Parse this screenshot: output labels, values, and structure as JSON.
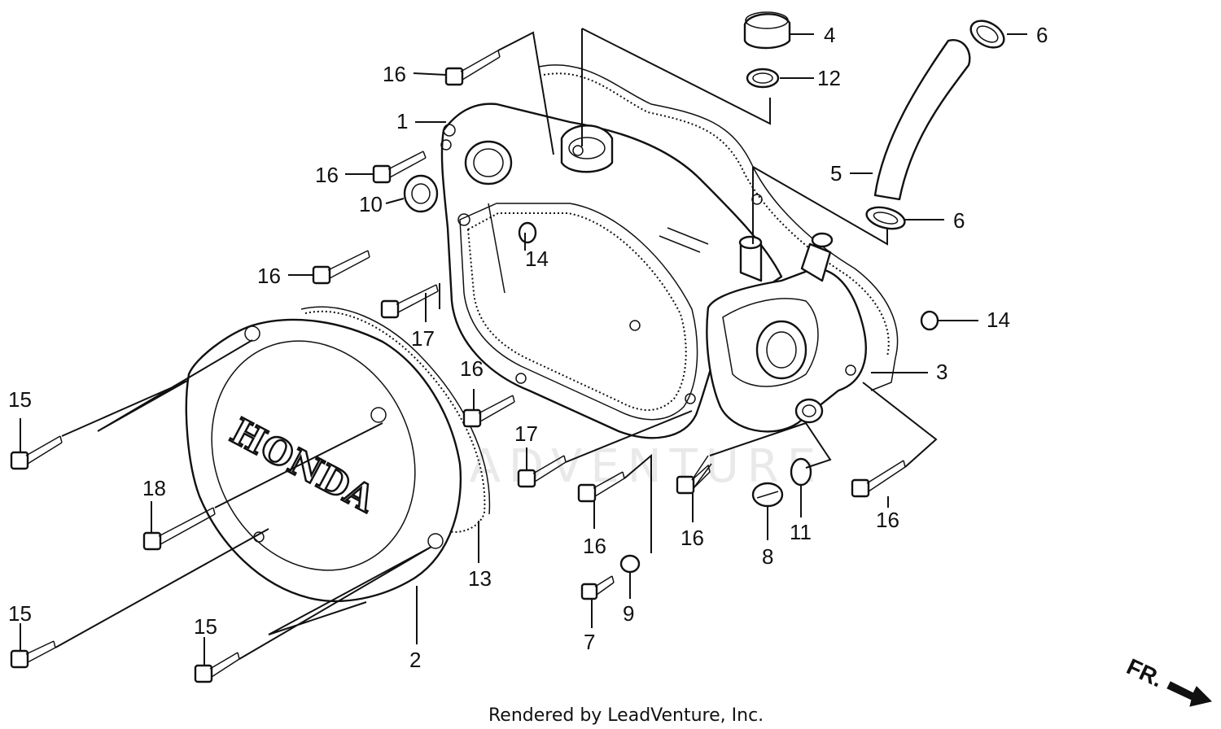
{
  "callouts": {
    "l1": "1",
    "l2": "2",
    "l3": "3",
    "l4": "4",
    "l5": "5",
    "l6a": "6",
    "l6b": "6",
    "l7": "7",
    "l8": "8",
    "l9": "9",
    "l10": "10",
    "l11": "11",
    "l12": "12",
    "l13": "13",
    "l14a": "14",
    "l14b": "14",
    "l15a": "15",
    "l15b": "15",
    "l15c": "15",
    "l16a": "16",
    "l16b": "16",
    "l16c": "16",
    "l16d": "16",
    "l16e": "16",
    "l16f": "16",
    "l16g": "16",
    "l17a": "17",
    "l17b": "17",
    "l18": "18"
  },
  "cover_logo": "HONDA",
  "direction_label": "FR.",
  "watermark": "LEADVENTURE",
  "credit": "Rendered by LeadVenture, Inc."
}
